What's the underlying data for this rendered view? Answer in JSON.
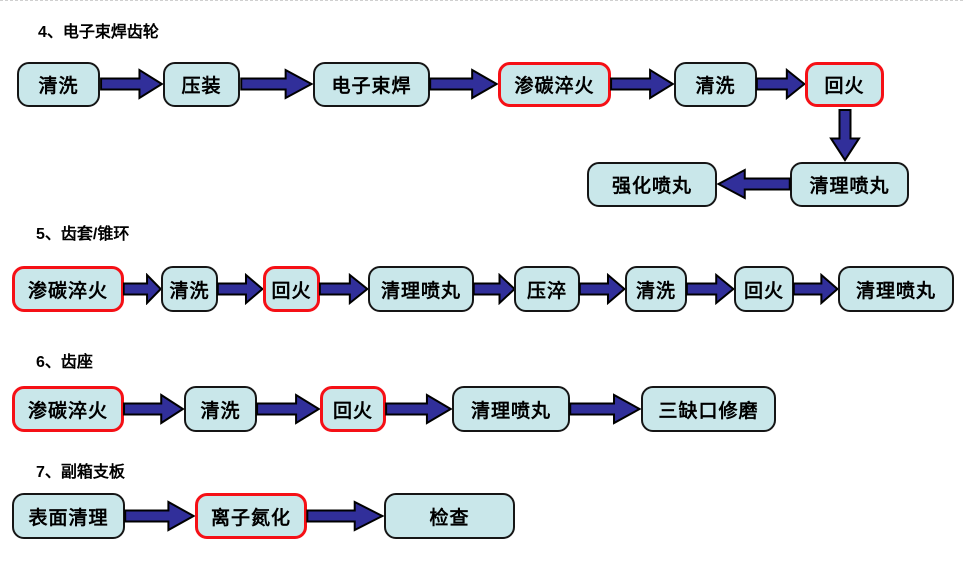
{
  "colors": {
    "background": "#ffffff",
    "box_fill": "#c9e7ea",
    "box_border": "#151515",
    "box_border_highlight": "#f51016",
    "arrow_fill": "#312f9a",
    "arrow_outline": "#000000",
    "text": "#000000"
  },
  "sections": [
    {
      "title": "4、电子束焊齿轮",
      "nodes": [
        {
          "label": "清洗",
          "highlighted": false
        },
        {
          "label": "压装",
          "highlighted": false
        },
        {
          "label": "电子束焊",
          "highlighted": false
        },
        {
          "label": "渗碳淬火",
          "highlighted": true
        },
        {
          "label": "清洗",
          "highlighted": false
        },
        {
          "label": "回火",
          "highlighted": true
        },
        {
          "label": "清理喷丸",
          "highlighted": false
        },
        {
          "label": "强化喷丸",
          "highlighted": false
        }
      ]
    },
    {
      "title": "5、齿套/锥环",
      "nodes": [
        {
          "label": "渗碳淬火",
          "highlighted": true
        },
        {
          "label": "清洗",
          "highlighted": false
        },
        {
          "label": "回火",
          "highlighted": true
        },
        {
          "label": "清理喷丸",
          "highlighted": false
        },
        {
          "label": "压淬",
          "highlighted": false
        },
        {
          "label": "清洗",
          "highlighted": false
        },
        {
          "label": "回火",
          "highlighted": false
        },
        {
          "label": "清理喷丸",
          "highlighted": false
        }
      ]
    },
    {
      "title": "6、齿座",
      "nodes": [
        {
          "label": "渗碳淬火",
          "highlighted": true
        },
        {
          "label": "清洗",
          "highlighted": false
        },
        {
          "label": "回火",
          "highlighted": true
        },
        {
          "label": "清理喷丸",
          "highlighted": false
        },
        {
          "label": "三缺口修磨",
          "highlighted": false
        }
      ]
    },
    {
      "title": "7、副箱支板",
      "nodes": [
        {
          "label": "表面清理",
          "highlighted": false
        },
        {
          "label": "离子氮化",
          "highlighted": true
        },
        {
          "label": "检查",
          "highlighted": false
        }
      ]
    }
  ]
}
